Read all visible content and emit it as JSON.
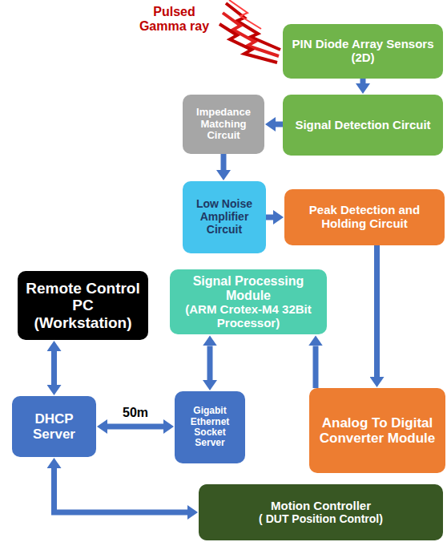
{
  "diagram": {
    "nodes": [
      {
        "text": [
          "PIN Diode Array Sensors (2D)"
        ]
      },
      {
        "text": [
          "Signal Detection Circuit"
        ]
      },
      {
        "text": [
          "Impedance Matching Circuit"
        ]
      },
      {
        "text": [
          "Low Noise Amplifier Circuit"
        ]
      },
      {
        "text": [
          "Peak Detection and Holding Circuit"
        ]
      },
      {
        "text": [
          "Remote Control PC (Workstation)"
        ]
      },
      {
        "text": [
          "Signal Processing Module",
          "(ARM Crotex-M4 32Bit Processor)"
        ]
      },
      {
        "text": [
          "DHCP Server"
        ]
      },
      {
        "text": [
          "Gigabit Ethernet Socket Server"
        ]
      },
      {
        "text": [
          "Analog To Digital Converter Module"
        ]
      },
      {
        "text": [
          "Motion Controller",
          "( DUT Position Control)"
        ]
      }
    ],
    "edges": [
      {
        "from": 0,
        "to": 1,
        "arrow": "to"
      },
      {
        "from": 1,
        "to": 2,
        "arrow": "to"
      },
      {
        "from": 2,
        "to": 3,
        "arrow": "to"
      },
      {
        "from": 3,
        "to": 4,
        "arrow": "to"
      },
      {
        "from": 4,
        "to": 9,
        "arrow": "to"
      },
      {
        "from": 9,
        "to": 6,
        "arrow": "to"
      },
      {
        "from": 6,
        "to": 8,
        "arrow": "both"
      },
      {
        "from": 5,
        "to": 7,
        "arrow": "both"
      },
      {
        "from": 7,
        "to": 8,
        "label": "50m",
        "arrow": "both"
      },
      {
        "from": 7,
        "to": 10,
        "arrow": "both"
      }
    ],
    "labels": [
      "Pulsed Gamma ray"
    ]
  }
}
